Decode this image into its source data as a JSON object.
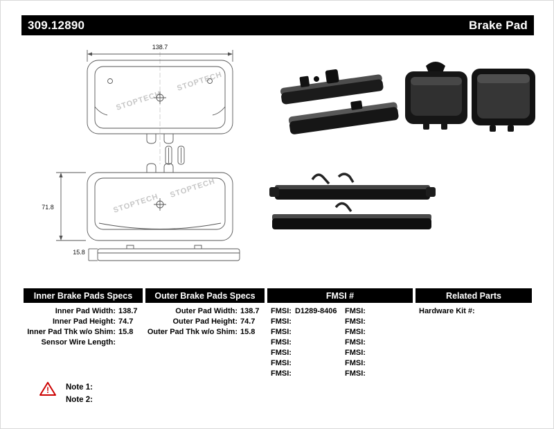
{
  "colors": {
    "header_bg": "#000000",
    "header_text": "#ffffff",
    "warning": "#cc0000"
  },
  "header": {
    "part_number": "309.12890",
    "title": "Brake Pad"
  },
  "drawing": {
    "width_dim": "138.7",
    "height_dim": "71.8",
    "thickness_dim": "15.8",
    "watermark": "STOPTECH"
  },
  "notes_icon": {
    "glyph": "!"
  },
  "tables": {
    "inner": {
      "title": "Inner Brake Pads Specs",
      "rows": [
        {
          "label": "Inner Pad Width:",
          "value": "138.7"
        },
        {
          "label": "Inner Pad Height:",
          "value": "74.7"
        },
        {
          "label": "Inner Pad Thk w/o Shim:",
          "value": "15.8"
        },
        {
          "label": "Sensor Wire Length:",
          "value": ""
        }
      ]
    },
    "outer": {
      "title": "Outer Brake Pads Specs",
      "rows": [
        {
          "label": "Outer Pad Width:",
          "value": "138.7"
        },
        {
          "label": "Outer Pad Height:",
          "value": "74.7"
        },
        {
          "label": "Outer Pad Thk w/o Shim:",
          "value": "15.8"
        }
      ]
    },
    "fmsi": {
      "title": "FMSI #",
      "left_rows": [
        {
          "label": "FMSI:",
          "value": "D1289-8406"
        },
        {
          "label": "FMSI:",
          "value": ""
        },
        {
          "label": "FMSI:",
          "value": ""
        },
        {
          "label": "FMSI:",
          "value": ""
        },
        {
          "label": "FMSI:",
          "value": ""
        },
        {
          "label": "FMSI:",
          "value": ""
        },
        {
          "label": "FMSI:",
          "value": ""
        }
      ],
      "right_rows": [
        {
          "label": "FMSI:",
          "value": ""
        },
        {
          "label": "FMSI:",
          "value": ""
        },
        {
          "label": "FMSI:",
          "value": ""
        },
        {
          "label": "FMSI:",
          "value": ""
        },
        {
          "label": "FMSI:",
          "value": ""
        },
        {
          "label": "FMSI:",
          "value": ""
        },
        {
          "label": "FMSI:",
          "value": ""
        }
      ]
    },
    "related": {
      "title": "Related Parts",
      "rows": [
        {
          "label": "Hardware Kit #:",
          "value": ""
        }
      ]
    }
  },
  "notes": [
    {
      "label": "Note 1:"
    },
    {
      "label": "Note 2:"
    }
  ]
}
